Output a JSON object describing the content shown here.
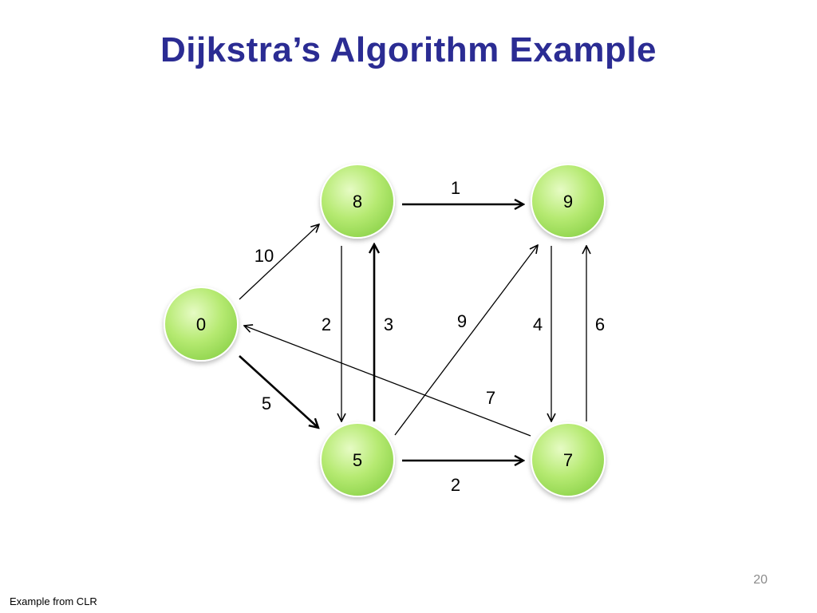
{
  "slide": {
    "title": "Dijkstra’s Algorithm Example",
    "slide_number": "20",
    "footer_note": "Example from CLR"
  },
  "graph": {
    "node_color": "#b6ea72",
    "node_values": {
      "a": "0",
      "b": "8",
      "c": "9",
      "d": "5",
      "e": "7"
    },
    "edge_weights": {
      "a_b": "10",
      "a_d": "5",
      "b_c": "1",
      "b_d": "2",
      "d_b": "3",
      "d_c": "9",
      "c_e": "4",
      "e_c": "6",
      "e_a": "7",
      "d_e": "2"
    },
    "highlighted_edges": [
      "a_d",
      "b_c",
      "d_b",
      "d_e"
    ]
  }
}
